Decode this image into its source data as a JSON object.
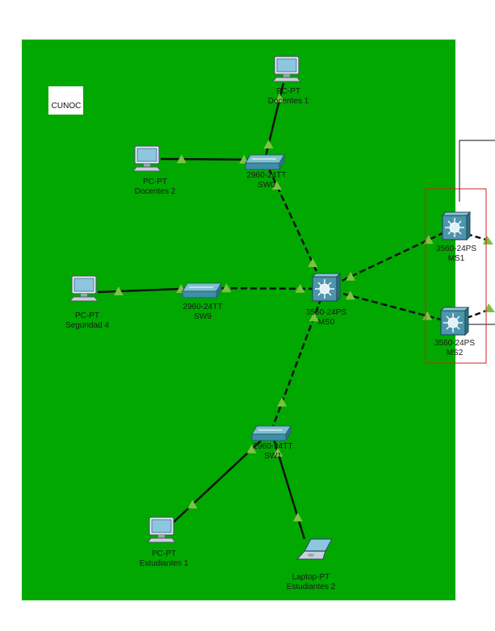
{
  "area": {
    "label": "CUNOC",
    "color": "#00a800"
  },
  "colors": {
    "link_straight": "#111111",
    "link_cross": "#111111",
    "link_up": "#7dc242",
    "redundancy_box": "#d32222",
    "switch": "#3d8fa3"
  },
  "devices": [
    {
      "id": "pc_docentes1",
      "kind": "pc",
      "model": "PC-PT",
      "name": "Docentes 1"
    },
    {
      "id": "pc_docentes2",
      "kind": "pc",
      "model": "PC-PT",
      "name": "Docentes 2"
    },
    {
      "id": "sw0",
      "kind": "switch",
      "model": "2960-24TT",
      "name": "SW0"
    },
    {
      "id": "pc_seguridad4",
      "kind": "pc",
      "model": "PC-PT",
      "name": "Seguridad 4"
    },
    {
      "id": "sw9",
      "kind": "switch",
      "model": "2960-24TT",
      "name": "SW9"
    },
    {
      "id": "ms0",
      "kind": "multilayer",
      "model": "3560-24PS",
      "name": "MS0"
    },
    {
      "id": "ms1",
      "kind": "multilayer",
      "model": "3560-24PS",
      "name": "MS1"
    },
    {
      "id": "ms2",
      "kind": "multilayer",
      "model": "3560-24PS",
      "name": "MS2"
    },
    {
      "id": "sw1",
      "kind": "switch",
      "model": "2960-24TT",
      "name": "SW1"
    },
    {
      "id": "pc_estudiantes1",
      "kind": "pc",
      "model": "PC-PT",
      "name": "Estudiantes 1"
    },
    {
      "id": "laptop_estudiantes2",
      "kind": "laptop",
      "model": "Laptop-PT",
      "name": "Estudiantes 2"
    }
  ],
  "links": [
    {
      "from": "pc_docentes1",
      "to": "sw0",
      "style": "straight"
    },
    {
      "from": "pc_docentes2",
      "to": "sw0",
      "style": "straight"
    },
    {
      "from": "sw0",
      "to": "ms0",
      "style": "cross"
    },
    {
      "from": "pc_seguridad4",
      "to": "sw9",
      "style": "straight"
    },
    {
      "from": "sw9",
      "to": "ms0",
      "style": "cross"
    },
    {
      "from": "ms0",
      "to": "ms1",
      "style": "cross"
    },
    {
      "from": "ms0",
      "to": "ms2",
      "style": "cross"
    },
    {
      "from": "ms0",
      "to": "sw1",
      "style": "cross"
    },
    {
      "from": "sw1",
      "to": "pc_estudiantes1",
      "style": "straight"
    },
    {
      "from": "sw1",
      "to": "laptop_estudiantes2",
      "style": "straight"
    }
  ]
}
